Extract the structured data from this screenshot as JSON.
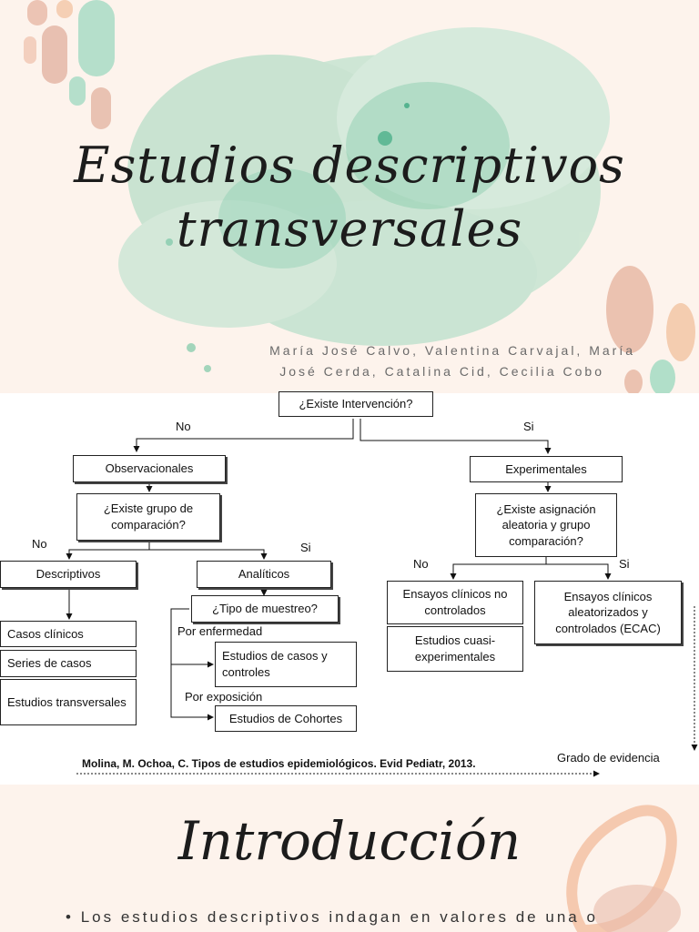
{
  "cover": {
    "title_line1": "Estudios descriptivos",
    "title_line2": "transversales",
    "authors_line1": "María José Calvo, Valentina Carvajal, María",
    "authors_line2": "José Cerda, Catalina Cid, Cecilia Cobo"
  },
  "diagram": {
    "root": "¿Existe Intervención?",
    "label_no_top": "No",
    "label_si_top": "Si",
    "observacionales": "Observacionales",
    "experimentales": "Experimentales",
    "grupo_comparacion": "¿Existe grupo de comparación?",
    "asignacion": "¿Existe asignación aleatoria y grupo comparación?",
    "label_no_obs": "No",
    "label_si_obs": "Si",
    "label_no_exp": "No",
    "label_si_exp": "Si",
    "descriptivos": "Descriptivos",
    "analiticos": "Analíticos",
    "casos_clinicos": "Casos clínicos",
    "series_casos": "Series de casos",
    "transversales": "Estudios transversales",
    "tipo_muestreo": "¿Tipo de muestreo?",
    "por_enfermedad": "Por enfermedad",
    "casos_controles": "Estudios de  casos y controles",
    "por_exposicion": "Por exposición",
    "cohortes": "Estudios de Cohortes",
    "ensayos_no_controlados": "Ensayos clínicos no controlados",
    "cuasi_experimentales": "Estudios cuasi-experimentales",
    "ensayos_ecac": "Ensayos clínicos aleatorizados y controlados (ECAC)",
    "citation": "Molina, M. Ochoa, C. Tipos de estudios epidemiológicos. Evid Pediatr, 2013.",
    "grado_evidencia": "Grado de evidencia"
  },
  "intro": {
    "title": "Introducción",
    "bullet_text": "Los estudios descriptivos indagan en valores de una o"
  }
}
